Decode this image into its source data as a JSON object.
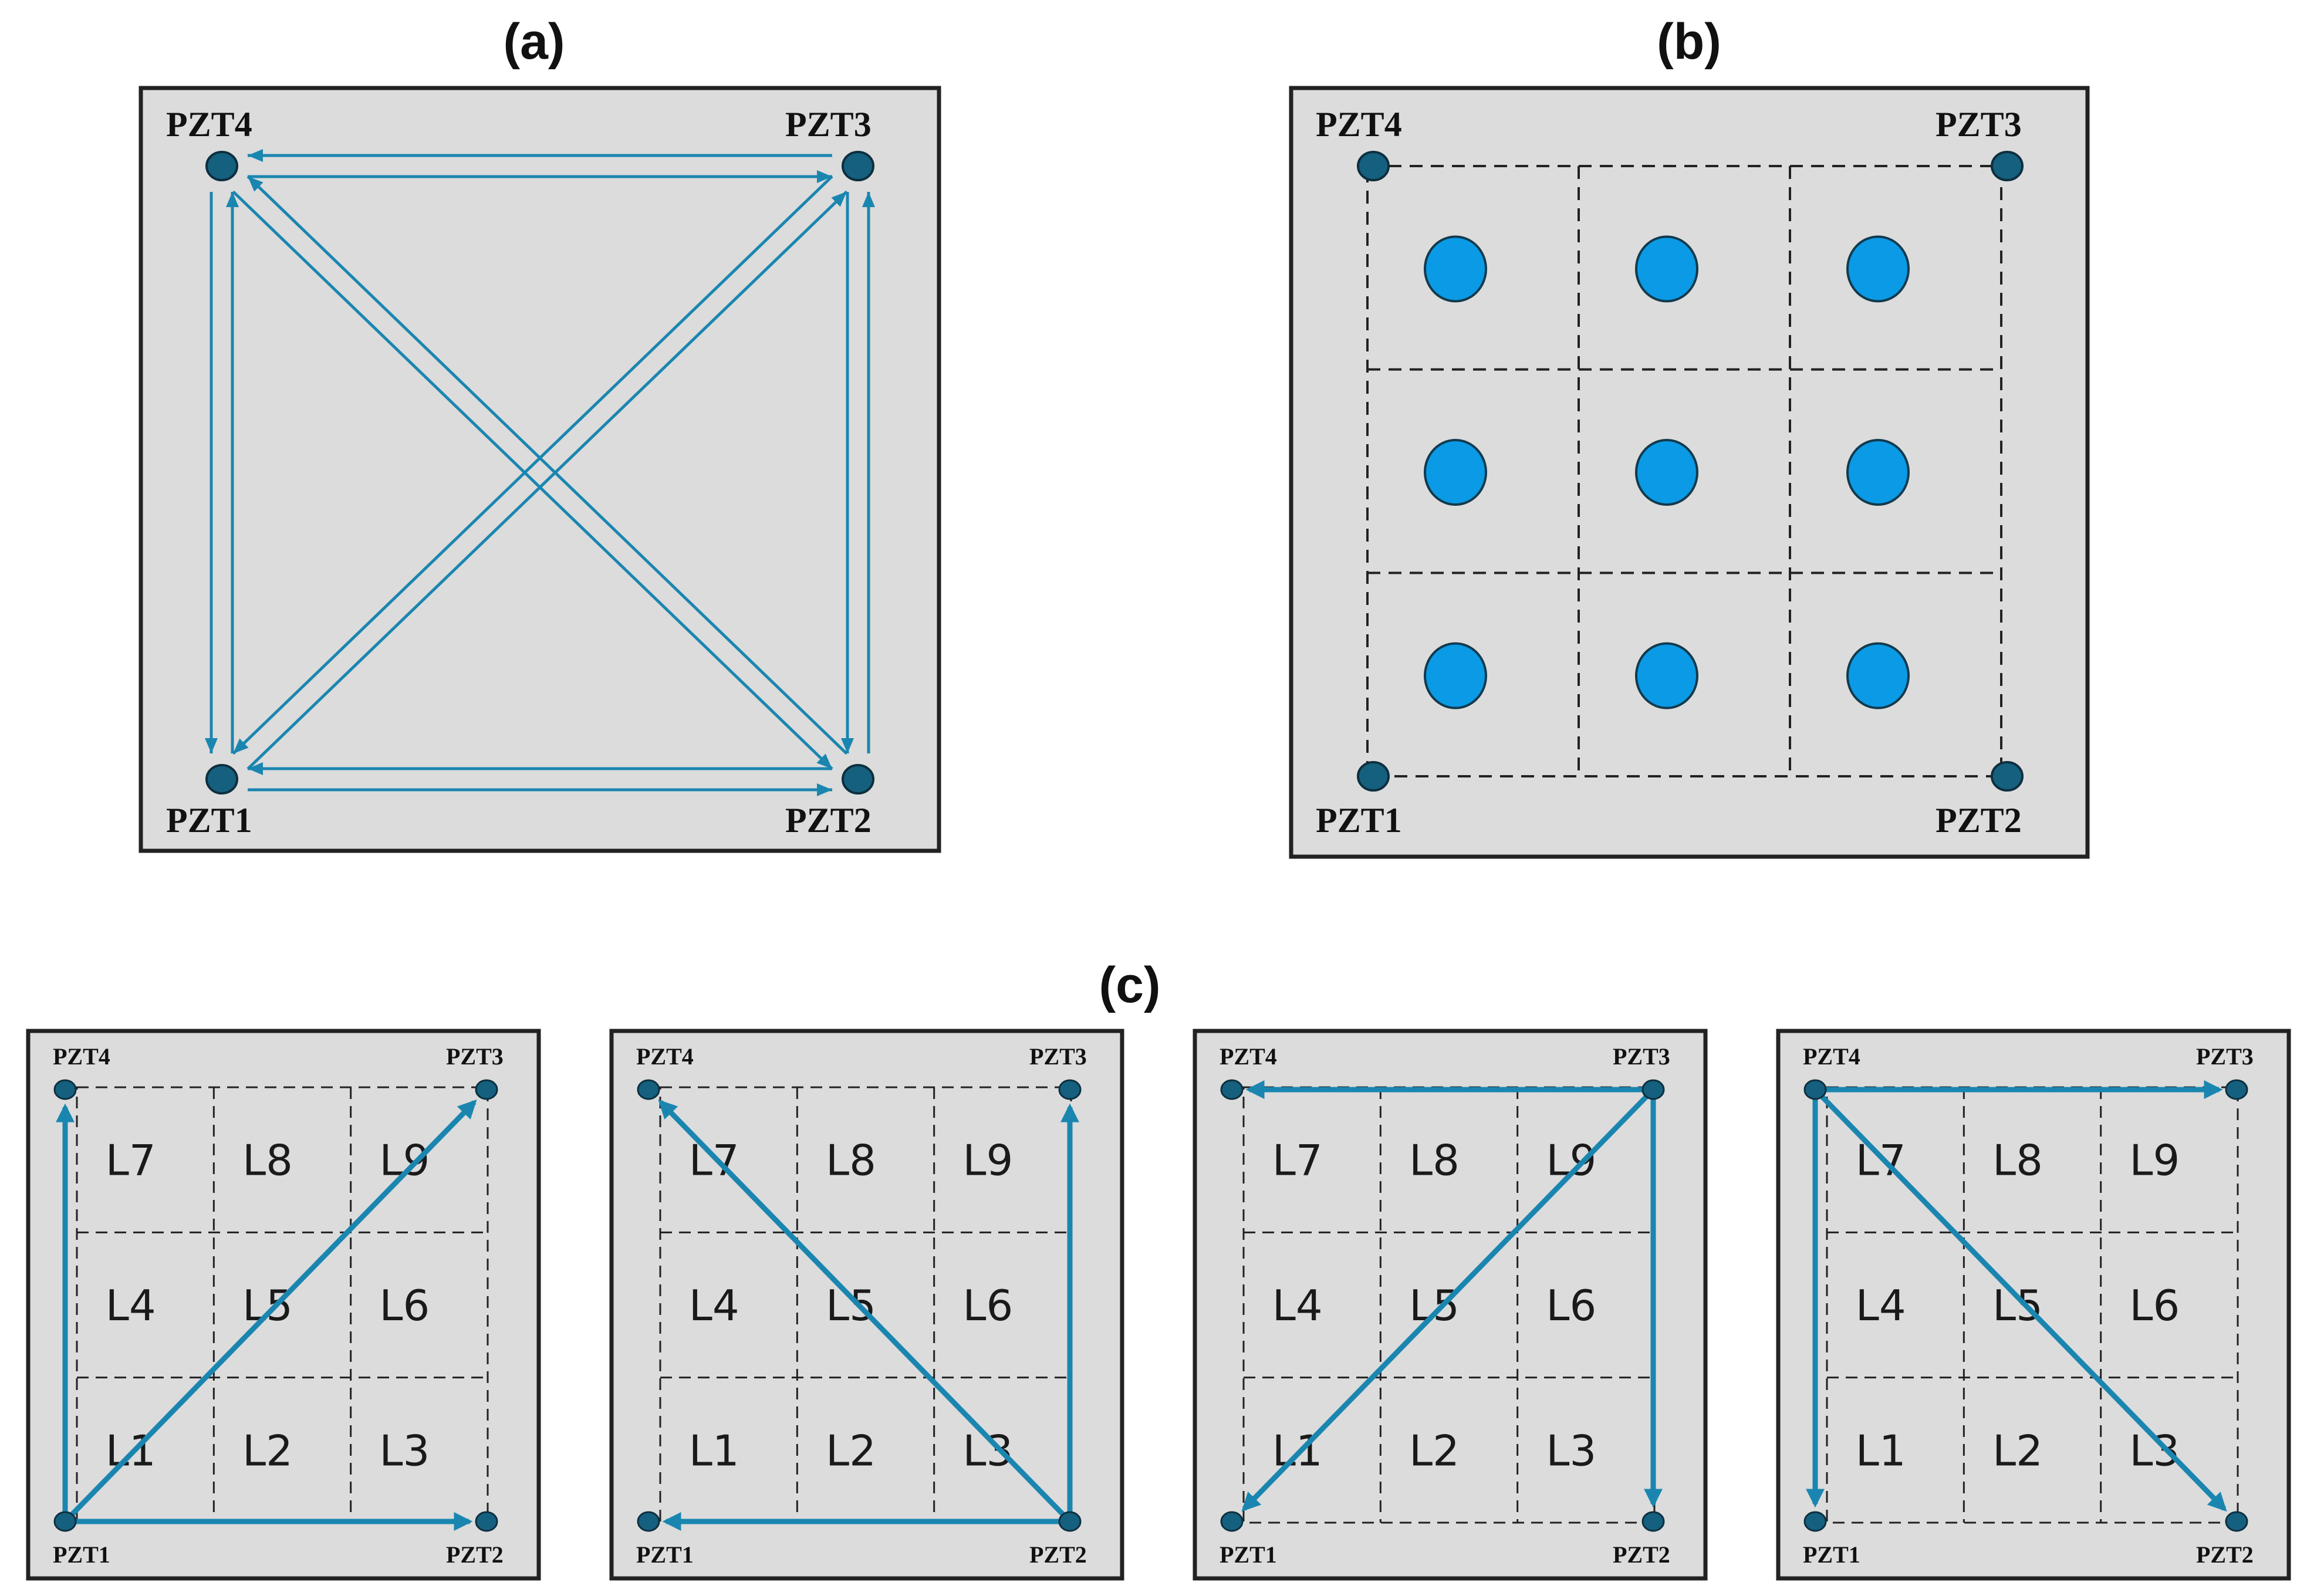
{
  "colors": {
    "plate": "#dcdcdc",
    "border": "#222222",
    "path": "#1a86b0",
    "sensor": "#15607e",
    "damage": "#0a9ae6",
    "grid": "#222222"
  },
  "panel_a": {
    "label": "(a)",
    "sensors": [
      "PZT1",
      "PZT2",
      "PZT3",
      "PZT4"
    ],
    "paths": [
      {
        "from": "PZT1",
        "to": "PZT2"
      },
      {
        "from": "PZT2",
        "to": "PZT1"
      },
      {
        "from": "PZT2",
        "to": "PZT3"
      },
      {
        "from": "PZT3",
        "to": "PZT2"
      },
      {
        "from": "PZT3",
        "to": "PZT4"
      },
      {
        "from": "PZT4",
        "to": "PZT3"
      },
      {
        "from": "PZT4",
        "to": "PZT1"
      },
      {
        "from": "PZT1",
        "to": "PZT4"
      },
      {
        "from": "PZT1",
        "to": "PZT3"
      },
      {
        "from": "PZT3",
        "to": "PZT1"
      },
      {
        "from": "PZT2",
        "to": "PZT4"
      },
      {
        "from": "PZT4",
        "to": "PZT2"
      }
    ]
  },
  "panel_b": {
    "label": "(b)",
    "sensors": [
      "PZT1",
      "PZT2",
      "PZT3",
      "PZT4"
    ],
    "grid_rows": 3,
    "grid_cols": 3,
    "damage_count": 9
  },
  "panel_c": {
    "label": "(c)",
    "cell_labels": [
      "L1",
      "L2",
      "L3",
      "L4",
      "L5",
      "L6",
      "L7",
      "L8",
      "L9"
    ],
    "subpanels": [
      {
        "sensors": [
          "PZT1",
          "PZT2",
          "PZT3",
          "PZT4"
        ],
        "actuator": "PZT1",
        "receivers": [
          "PZT2",
          "PZT3",
          "PZT4"
        ]
      },
      {
        "sensors": [
          "PZT1",
          "PZT2",
          "PZT3",
          "PZT4"
        ],
        "actuator": "PZT2",
        "receivers": [
          "PZT1",
          "PZT3",
          "PZT4"
        ]
      },
      {
        "sensors": [
          "PZT1",
          "PZT2",
          "PZT3",
          "PZT4"
        ],
        "actuator": "PZT3",
        "receivers": [
          "PZT1",
          "PZT2",
          "PZT4"
        ]
      },
      {
        "sensors": [
          "PZT1",
          "PZT2",
          "PZT3",
          "PZT4"
        ],
        "actuator": "PZT4",
        "receivers": [
          "PZT1",
          "PZT2",
          "PZT3"
        ]
      }
    ]
  }
}
